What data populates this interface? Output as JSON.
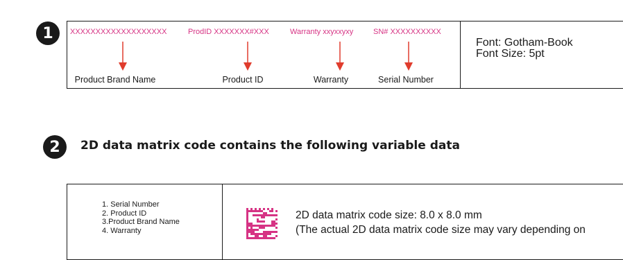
{
  "section1": {
    "step": "1",
    "fields": [
      {
        "sample": "XXXXXXXXXXXXXXXXXXX",
        "label": "Product Brand Name"
      },
      {
        "sample": "ProdID XXXXXXX#XXX",
        "label": "Product ID"
      },
      {
        "sample": "Warranty xxyxxyxy",
        "label": "Warranty"
      },
      {
        "sample": "SN# XXXXXXXXXX",
        "label": "Serial Number"
      }
    ],
    "font_line": "Font: Gotham-Book",
    "size_line": "Font Size: 5pt",
    "colors": {
      "sample_text": "#d63384",
      "arrow": "#e03c2d"
    }
  },
  "section2": {
    "step": "2",
    "heading": "2D data matrix code contains the following variable data",
    "list": [
      "1. Serial Number",
      "2. Product ID",
      "3.Product Brand Name",
      "4. Warranty"
    ],
    "size_line": "2D data matrix code size: 8.0 x 8.0 mm",
    "note_line": "(The actual 2D data matrix code size may vary depending on",
    "icon": "data-matrix-code-icon",
    "colors": {
      "code": "#d63384"
    }
  }
}
